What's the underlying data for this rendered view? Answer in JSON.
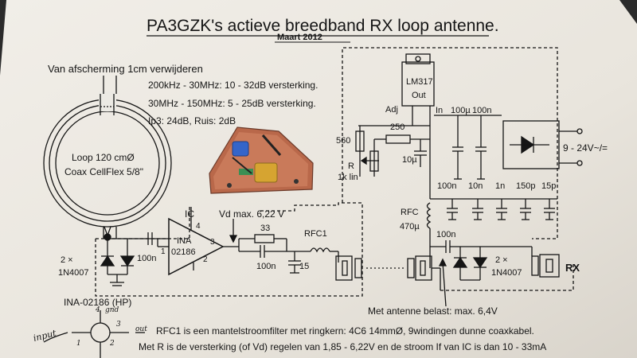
{
  "title": "PA3GZK's actieve breedband RX loop antenne.",
  "date": "Maart 2012",
  "notes": {
    "shield": "Van afscherming 1cm verwijderen",
    "gain_hf": "200kHz - 30MHz: 10 - 32dB versterking.",
    "gain_vhf": "30MHz - 150MHz: 5 - 25dB versterking.",
    "ip3": "Ip3: 24dB, Ruis: 2dB",
    "loop_line1": "Loop 120 cmØ",
    "loop_line2": "Coax CellFlex 5/8\"",
    "vd_max": "Vd max. 6,22 V",
    "loaded": "Met antenne belast: max. 6,4V",
    "rfc_note": "RFC1 is een mantelstroomfilter met ringkern: 4C6 14mmØ, 9windingen dunne coaxkabel.",
    "r_note": "Met R is de versterking (of Vd) regelen van 1,85 - 6,22V en de stroom If van IC is dan 10 - 33mA"
  },
  "regulator": {
    "name_top": "LM317",
    "name_bot": "Out",
    "adj": "Adj",
    "in": "In"
  },
  "components": {
    "r560": "560",
    "r250": "250",
    "c10u": "10µ",
    "pot_r": "R",
    "pot_lin": "1k lin",
    "c100u": "100µ",
    "c100n_a": "100n",
    "c100n_in": "100n",
    "r33": "33",
    "c100n_out": "100n",
    "c15": "15",
    "rfc1": "RFC1",
    "rfc": "RFC",
    "l470": "470µ",
    "c100n_ant": "100n",
    "diodes_left": "2 ×",
    "diodes_left_type": "1N4007",
    "diodes_right": "2 ×",
    "diodes_right_type": "1N4007",
    "ic": "IC",
    "ina_1": "INA",
    "ina_2": "02186",
    "pin1": "1",
    "pin2": "2",
    "pin3": "3",
    "pin4": "4",
    "supply": "9 - 24V~/=",
    "rx": "RX"
  },
  "decoupling": [
    "100n",
    "10n",
    "1n",
    "150p",
    "15p"
  ],
  "pinout": {
    "title": "INA-02186 (HP)",
    "input": "input",
    "gnd": "gnd",
    "out": "out",
    "p1": "1",
    "p2": "2",
    "p3": "3",
    "p4": "4"
  },
  "colors": {
    "paper": "#ece8e1",
    "ink": "#151515",
    "pcb": "#b9684a",
    "cap_blue": "#3465c9",
    "cap_yellow": "#d6a431",
    "background": "#2b2b2b"
  }
}
